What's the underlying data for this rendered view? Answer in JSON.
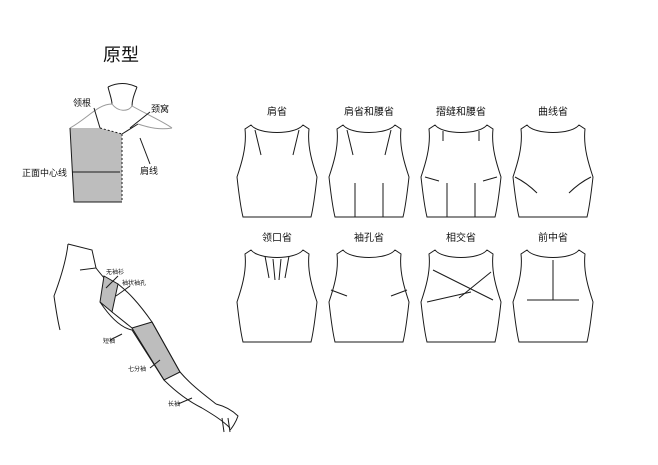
{
  "title": "原型",
  "prototype_labels": {
    "neck_root": "领根",
    "neck_socket": "颈窝",
    "front_center_line": "正面中心线",
    "shoulder_line": "肩线"
  },
  "sleeve_labels": {
    "sleeveless": "无袖衫",
    "armhole": "袖状袖孔",
    "short_sleeve": "短袖",
    "three_quarter": "七分袖",
    "long_sleeve": "长袖"
  },
  "darts": [
    {
      "label": "肩省",
      "type": "shoulder"
    },
    {
      "label": "肩省和腰省",
      "type": "shoulder-waist"
    },
    {
      "label": "摺缝和腰省",
      "type": "pleat-waist"
    },
    {
      "label": "曲线省",
      "type": "curve"
    },
    {
      "label": "领口省",
      "type": "neckline"
    },
    {
      "label": "袖孔省",
      "type": "armhole"
    },
    {
      "label": "相交省",
      "type": "intersect"
    },
    {
      "label": "前中省",
      "type": "center-front"
    }
  ],
  "colors": {
    "line": "#1a1a1a",
    "shade": "#bdbdbd",
    "light_line": "#888888"
  }
}
